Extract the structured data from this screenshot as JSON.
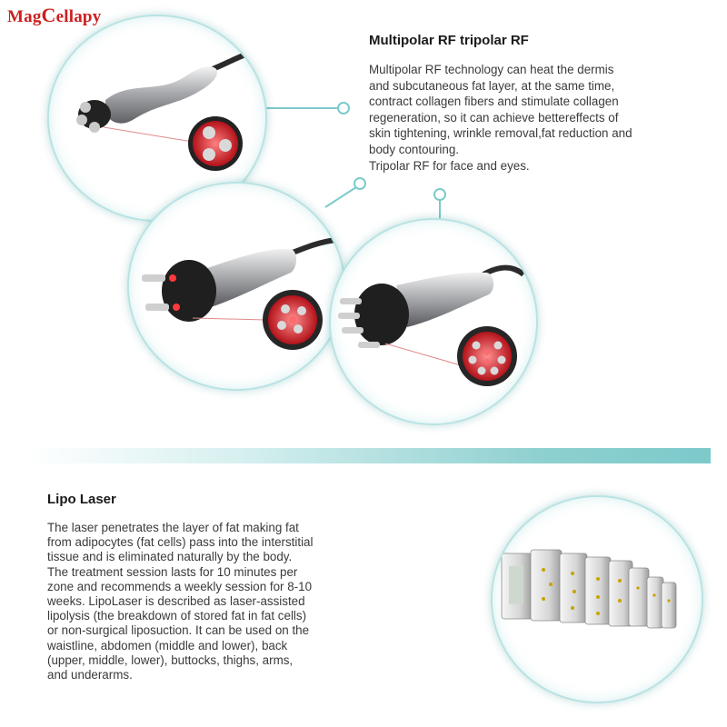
{
  "brand": {
    "text_part1": "Mag",
    "text_cap": "C",
    "text_part2": "ellapy"
  },
  "rf_section": {
    "title": "Multipolar RF tripolar RF",
    "body": "Multipolar RF technology can heat the dermis\nand subcutaneous fat layer, at the same time,\ncontract collagen fibers and stimulate collagen\nregeneration, so it can achieve bettereffects of\nskin tightening, wrinkle removal,fat reduction and\nbody contouring.\nTripolar  RF for face and eyes."
  },
  "lipo_section": {
    "title": "Lipo Laser",
    "body": "The laser penetrates the layer of fat making fat\nfrom adipocytes (fat cells) pass into the interstitial\ntissue and is eliminated naturally by the body.\nThe treatment session lasts for 10 minutes per\nzone and recommends a weekly session for 8-10\nweeks. LipoLaser is described as laser-assisted\nlipolysis (the breakdown of stored fat in fat cells)\nor non-surgical liposuction. It can be used on the\nwaistline, abdomen (middle and lower), back\n(upper, middle, lower), buttocks, thighs, arms,\nand underarms."
  },
  "colors": {
    "brand": "#cc1f1f",
    "accent_teal": "#7ccaca",
    "led_red": "#e0262e"
  },
  "images": [
    {
      "name": "tripolar-rf-handpiece"
    },
    {
      "name": "multipolar-rf-handpiece-4pole"
    },
    {
      "name": "multipolar-rf-handpiece-6pole"
    },
    {
      "name": "lipo-laser-pads"
    }
  ]
}
